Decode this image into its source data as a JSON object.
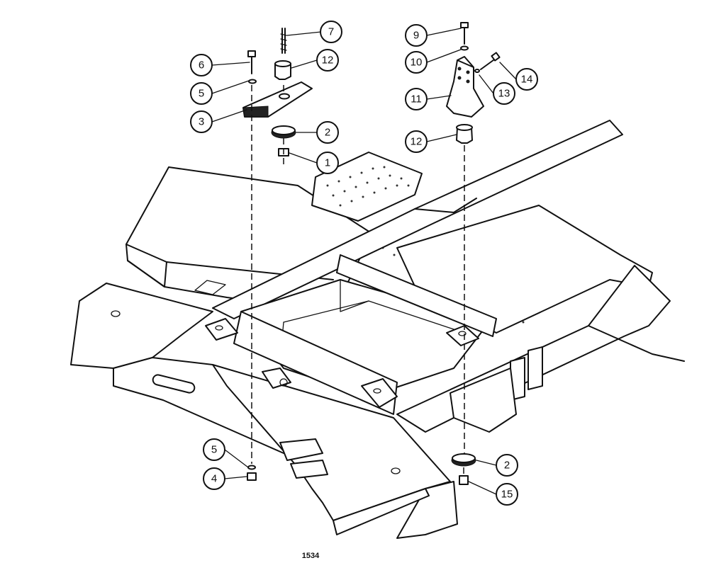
{
  "figure_number": "1534",
  "callouts": [
    {
      "id": "c6",
      "label": "6"
    },
    {
      "id": "c7",
      "label": "7"
    },
    {
      "id": "c12a",
      "label": "12"
    },
    {
      "id": "c5a",
      "label": "5"
    },
    {
      "id": "c3",
      "label": "3"
    },
    {
      "id": "c2a",
      "label": "2"
    },
    {
      "id": "c1",
      "label": "1"
    },
    {
      "id": "c9",
      "label": "9"
    },
    {
      "id": "c10",
      "label": "10"
    },
    {
      "id": "c11",
      "label": "11"
    },
    {
      "id": "c13",
      "label": "13"
    },
    {
      "id": "c14",
      "label": "14"
    },
    {
      "id": "c12b",
      "label": "12"
    },
    {
      "id": "c5b",
      "label": "5"
    },
    {
      "id": "c4",
      "label": "4"
    },
    {
      "id": "c2b",
      "label": "2"
    },
    {
      "id": "c15",
      "label": "15"
    }
  ]
}
